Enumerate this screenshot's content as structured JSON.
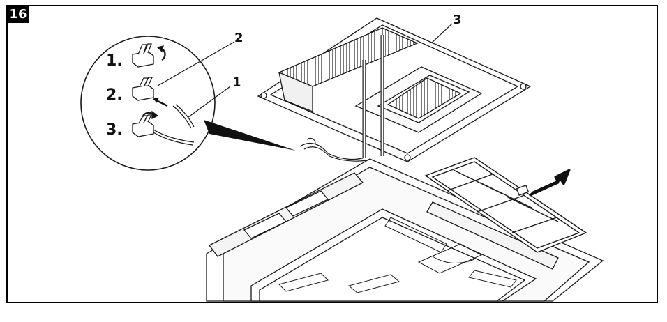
{
  "figure": {
    "number": "16"
  },
  "steps": [
    "1.",
    "2.",
    "3."
  ],
  "callouts": [
    "2",
    "1",
    "3"
  ],
  "colors": {
    "line": "#1a1a1a",
    "shade": "#cfcfcf",
    "dark": "#000000"
  },
  "icons": [
    "wire-connector-lever-open",
    "wire-insert-arrow",
    "wire-connector-lever-close",
    "direction-arrow"
  ]
}
